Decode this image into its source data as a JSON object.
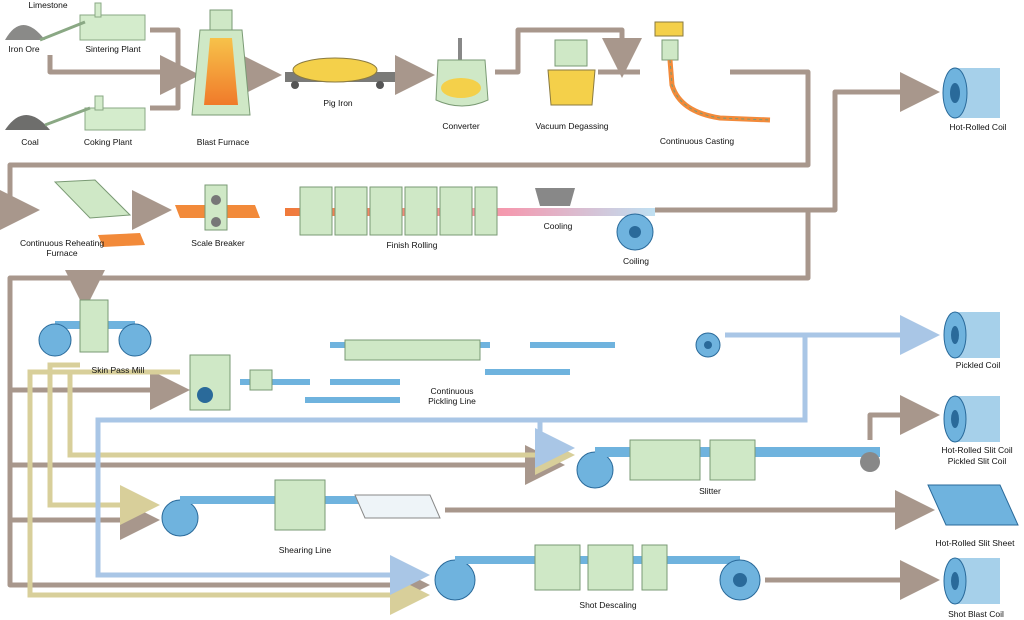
{
  "labels": {
    "limestone": "Limestone",
    "iron_ore": "Iron Ore",
    "sintering_plant": "Sintering Plant",
    "coal": "Coal",
    "coking_plant": "Coking Plant",
    "blast_furnace": "Blast Furnace",
    "pig_iron": "Pig Iron",
    "converter": "Converter",
    "vacuum_degassing": "Vacuum Degassing",
    "continuous_casting": "Continuous Casting",
    "continuous_reheating_furnace": "Continuous Reheating Furnace",
    "scale_breaker": "Scale Breaker",
    "finish_rolling": "Finish Rolling",
    "cooling": "Cooling",
    "coiling": "Coiling",
    "skin_pass_mill": "Skin Pass Mill",
    "continuous_pickling_line": "Continuous Pickling Line",
    "slitter": "Slitter",
    "shearing_line": "Shearing Line",
    "shot_descaling": "Shot Descaling"
  },
  "products": {
    "hot_rolled_coil": "Hot-Rolled Coil",
    "pickled_coil": "Pickled Coil",
    "hot_rolled_slit_coil": "Hot-Rolled Slit Coil",
    "pickled_slit_coil": "Pickled Slit Coil",
    "hot_rolled_slit_sheet": "Hot-Rolled Slit Sheet",
    "shot_blast_coil": "Shot Blast Coil"
  },
  "colors": {
    "line_brown": "#a8978c",
    "line_tan": "#d8cf9a",
    "line_blue": "#a9c6e6",
    "machine_green": "#cfe8c6",
    "steel_blue": "#6fb3de",
    "hot_orange": "#f28a3a"
  }
}
